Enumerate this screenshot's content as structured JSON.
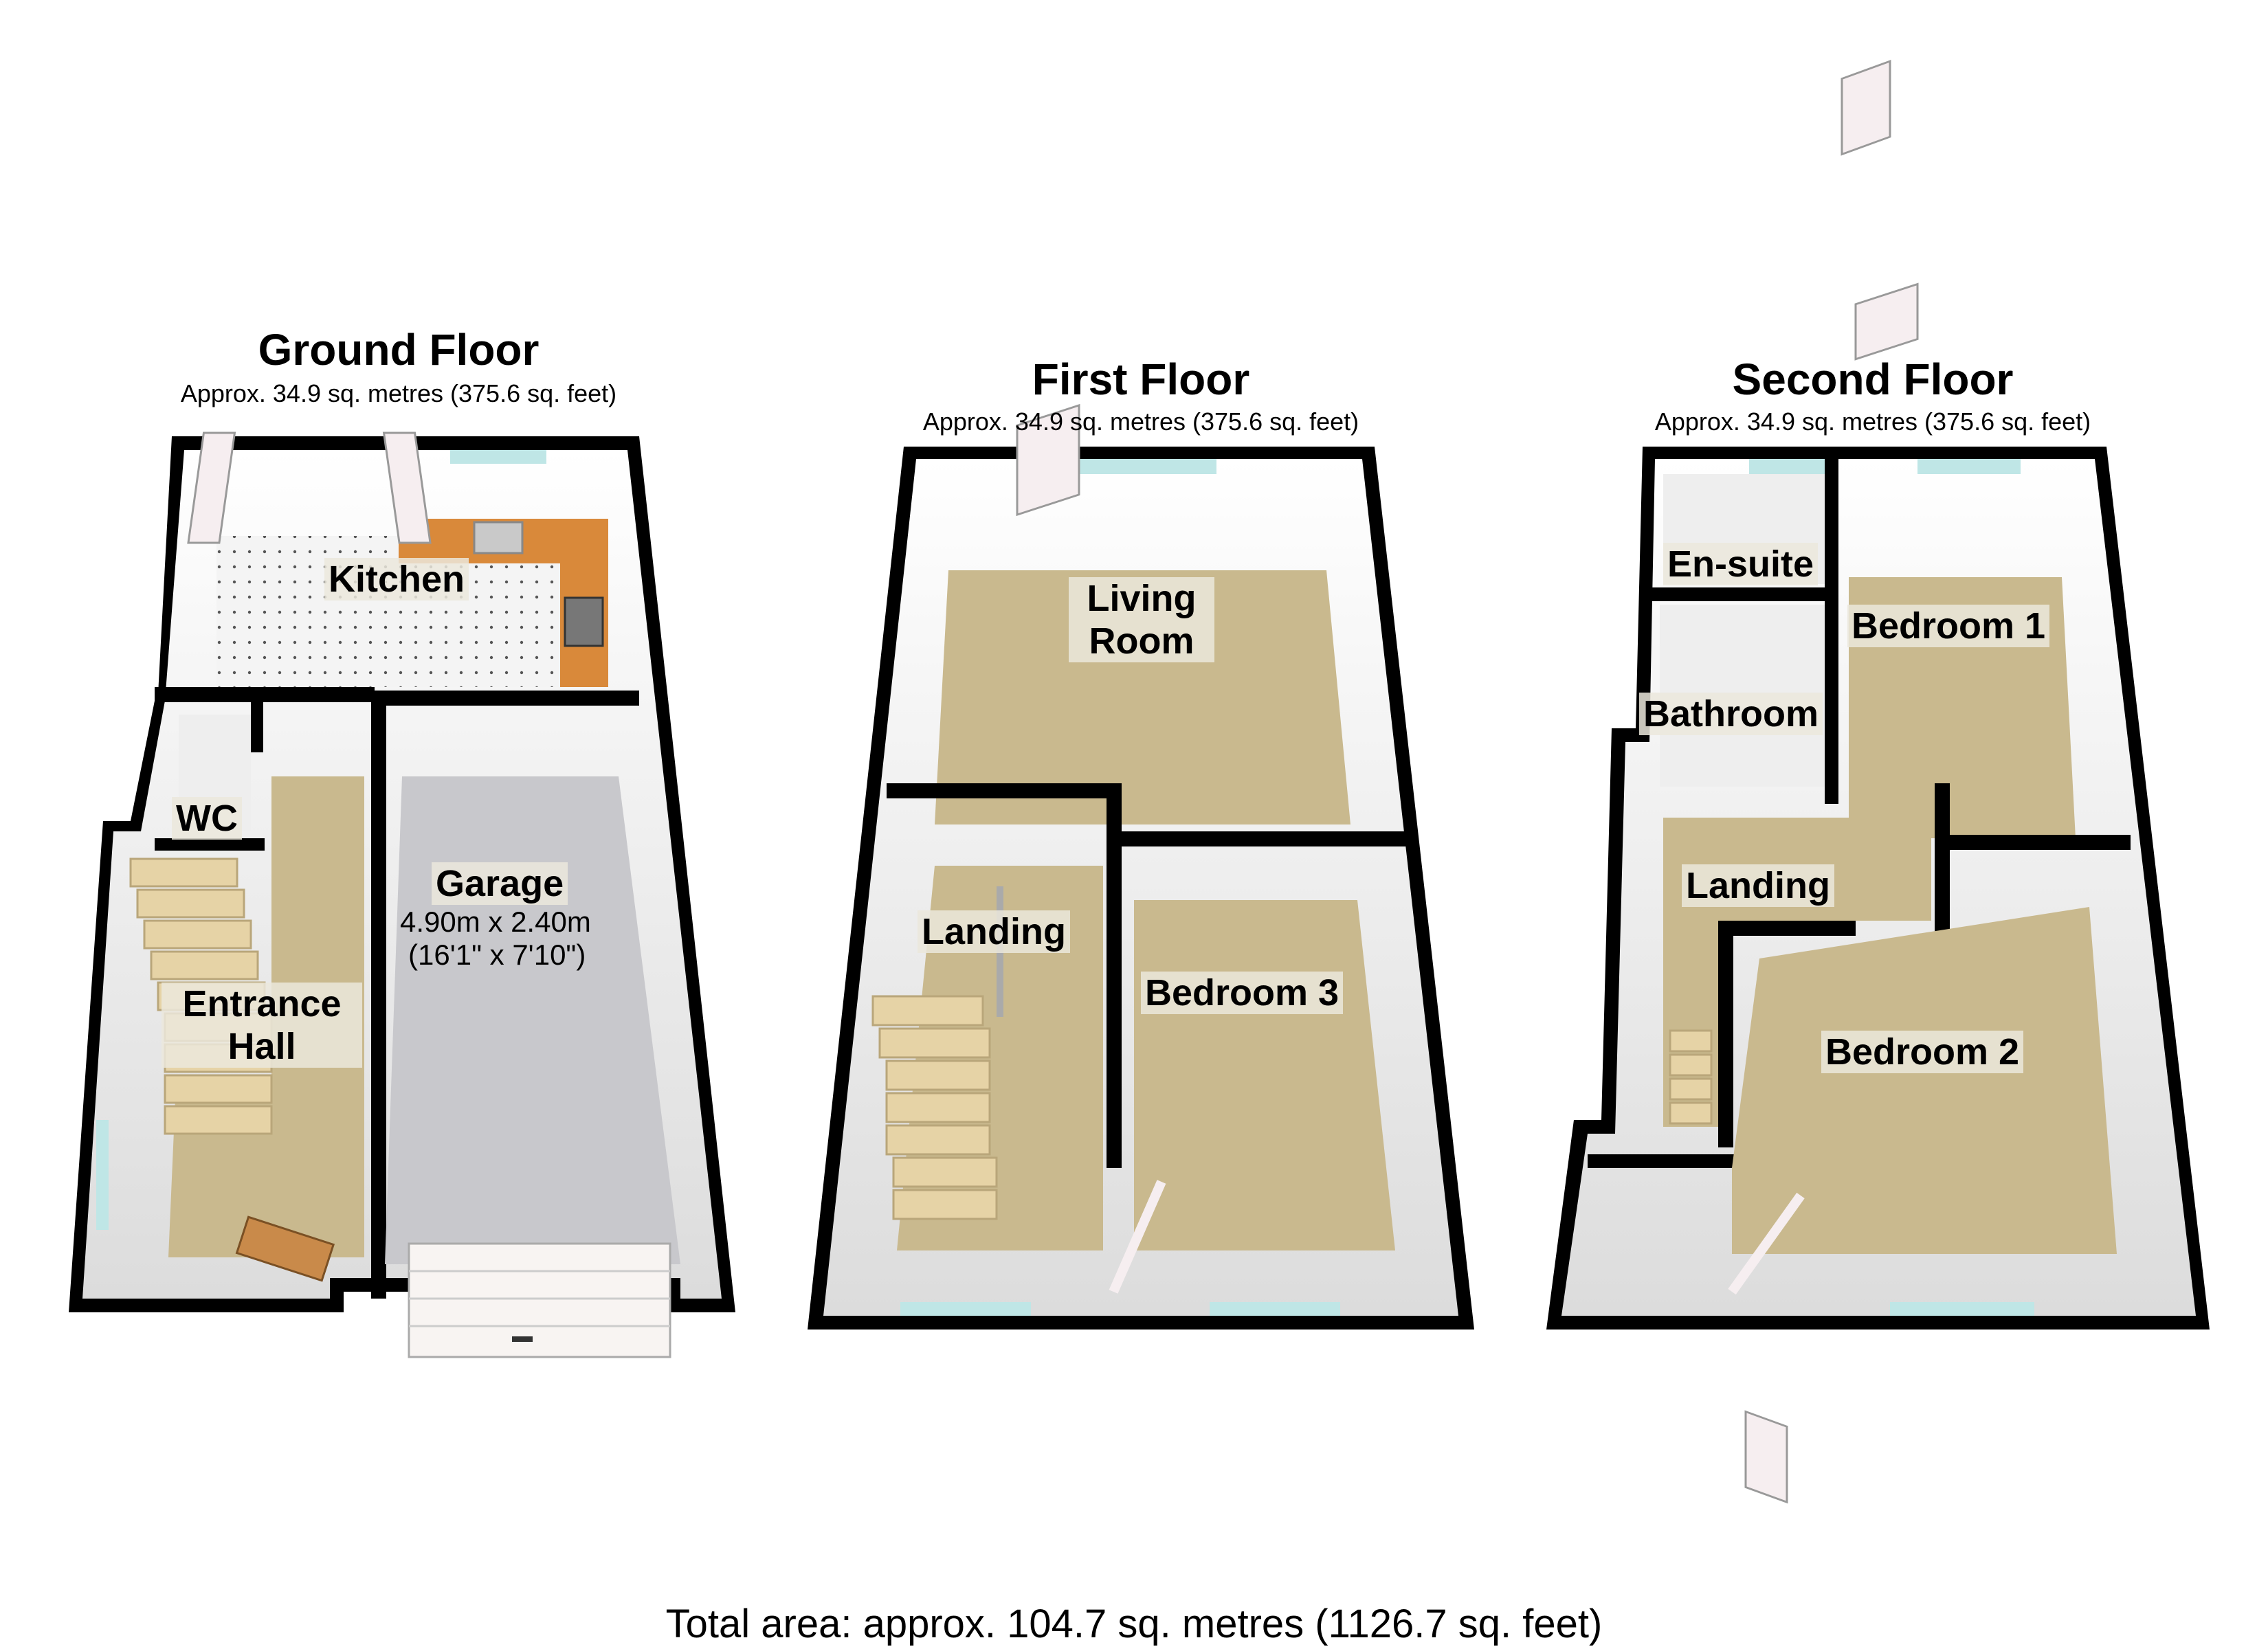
{
  "floors": [
    {
      "name": "Ground Floor",
      "area": "Approx. 34.9 sq. metres (375.6 sq. feet)",
      "rooms": {
        "kitchen": "Kitchen",
        "wc": "WC",
        "garage": "Garage",
        "garage_dims_metric": "4.90m x 2.40m",
        "garage_dims_imperial": "(16'1\" x 7'10\")",
        "entrance_hall_line1": "Entrance",
        "entrance_hall_line2": "Hall"
      }
    },
    {
      "name": "First Floor",
      "area": "Approx. 34.9 sq. metres (375.6 sq. feet)",
      "rooms": {
        "living_line1": "Living",
        "living_line2": "Room",
        "landing": "Landing",
        "bedroom3": "Bedroom 3"
      }
    },
    {
      "name": "Second Floor",
      "area": "Approx. 34.9 sq. metres (375.6 sq. feet)",
      "rooms": {
        "ensuite": "En-suite",
        "bedroom1": "Bedroom 1",
        "bathroom": "Bathroom",
        "landing": "Landing",
        "bedroom2": "Bedroom 2"
      }
    }
  ],
  "total_area": "Total area: approx. 104.7 sq. metres (1126.7 sq. feet)",
  "colors": {
    "wall": "#000000",
    "wall_face": "#ececec",
    "carpet": "#c9b98e",
    "tile_floor": "#f2f2f2",
    "garage_floor": "#c8c8cc",
    "worktop": "#d9893a",
    "stairs": "#e6d3a6",
    "window": "#bfe6e6",
    "door": "#f6eef0"
  }
}
